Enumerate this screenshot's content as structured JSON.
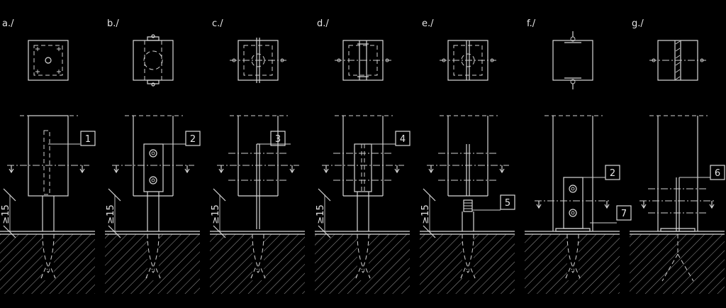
{
  "colors": {
    "background": "#000000",
    "line": "#d8d8d8",
    "hatch": "#9a9a9a"
  },
  "panels": [
    {
      "label": "a./",
      "callout": "1",
      "dimension": "≥15"
    },
    {
      "label": "b./",
      "callout": "2",
      "dimension": "≥15"
    },
    {
      "label": "c./",
      "callout": "3",
      "dimension": "≥15"
    },
    {
      "label": "d./",
      "callout": "4",
      "dimension": "≥15"
    },
    {
      "label": "e./",
      "callout": "5",
      "dimension": "≥15"
    },
    {
      "label": "f./",
      "callout": "2",
      "callout2": "7"
    },
    {
      "label": "g./",
      "callout": "6"
    }
  ]
}
